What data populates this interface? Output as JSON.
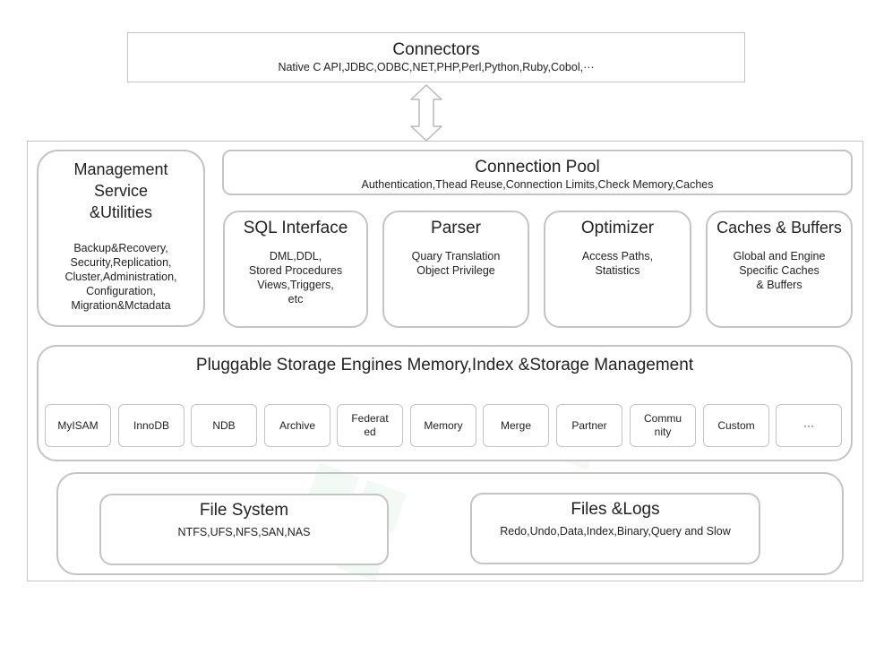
{
  "connectors": {
    "title": "Connectors",
    "subtitle": "Native C API,JDBC,ODBC,NET,PHP,Perl,Python,Ruby,Cobol,···"
  },
  "management": {
    "title": "Management\nService\n&Utilities",
    "items": "Backup&Recovery,\nSecurity,Replication,\nCluster,Administration,\nConfiguration,\nMigration&Mctadata"
  },
  "connection_pool": {
    "title": "Connection Pool",
    "subtitle": "Authentication,Thead Reuse,Connection Limits,Check Memory,Caches"
  },
  "components": [
    {
      "title": "SQL Interface",
      "body": "DML,DDL,\nStored Procedures\nViews,Triggers,\netc"
    },
    {
      "title": "Parser",
      "body": "Quary Translation\nObject Privilege"
    },
    {
      "title": "Optimizer",
      "body": "Access Paths,\nStatistics"
    },
    {
      "title": "Caches & Buffers",
      "body": "Global and Engine\nSpecific Caches\n& Buffers"
    }
  ],
  "storage": {
    "title": "Pluggable Storage Engines Memory,Index &Storage Management",
    "engines": [
      "MyISAM",
      "InnoDB",
      "NDB",
      "Archive",
      "Federat\ned",
      "Memory",
      "Merge",
      "Partner",
      "Commu\nnity",
      "Custom",
      "···"
    ]
  },
  "file_system": {
    "title": "File System",
    "subtitle": "NTFS,UFS,NFS,SAN,NAS"
  },
  "files_logs": {
    "title": "Files &Logs",
    "subtitle": "Redo,Undo,Data,Index,Binary,Query and Slow"
  },
  "colors": {
    "border": "#c4c4c4",
    "text": "#222222",
    "watermark": "#8cc8a0"
  }
}
